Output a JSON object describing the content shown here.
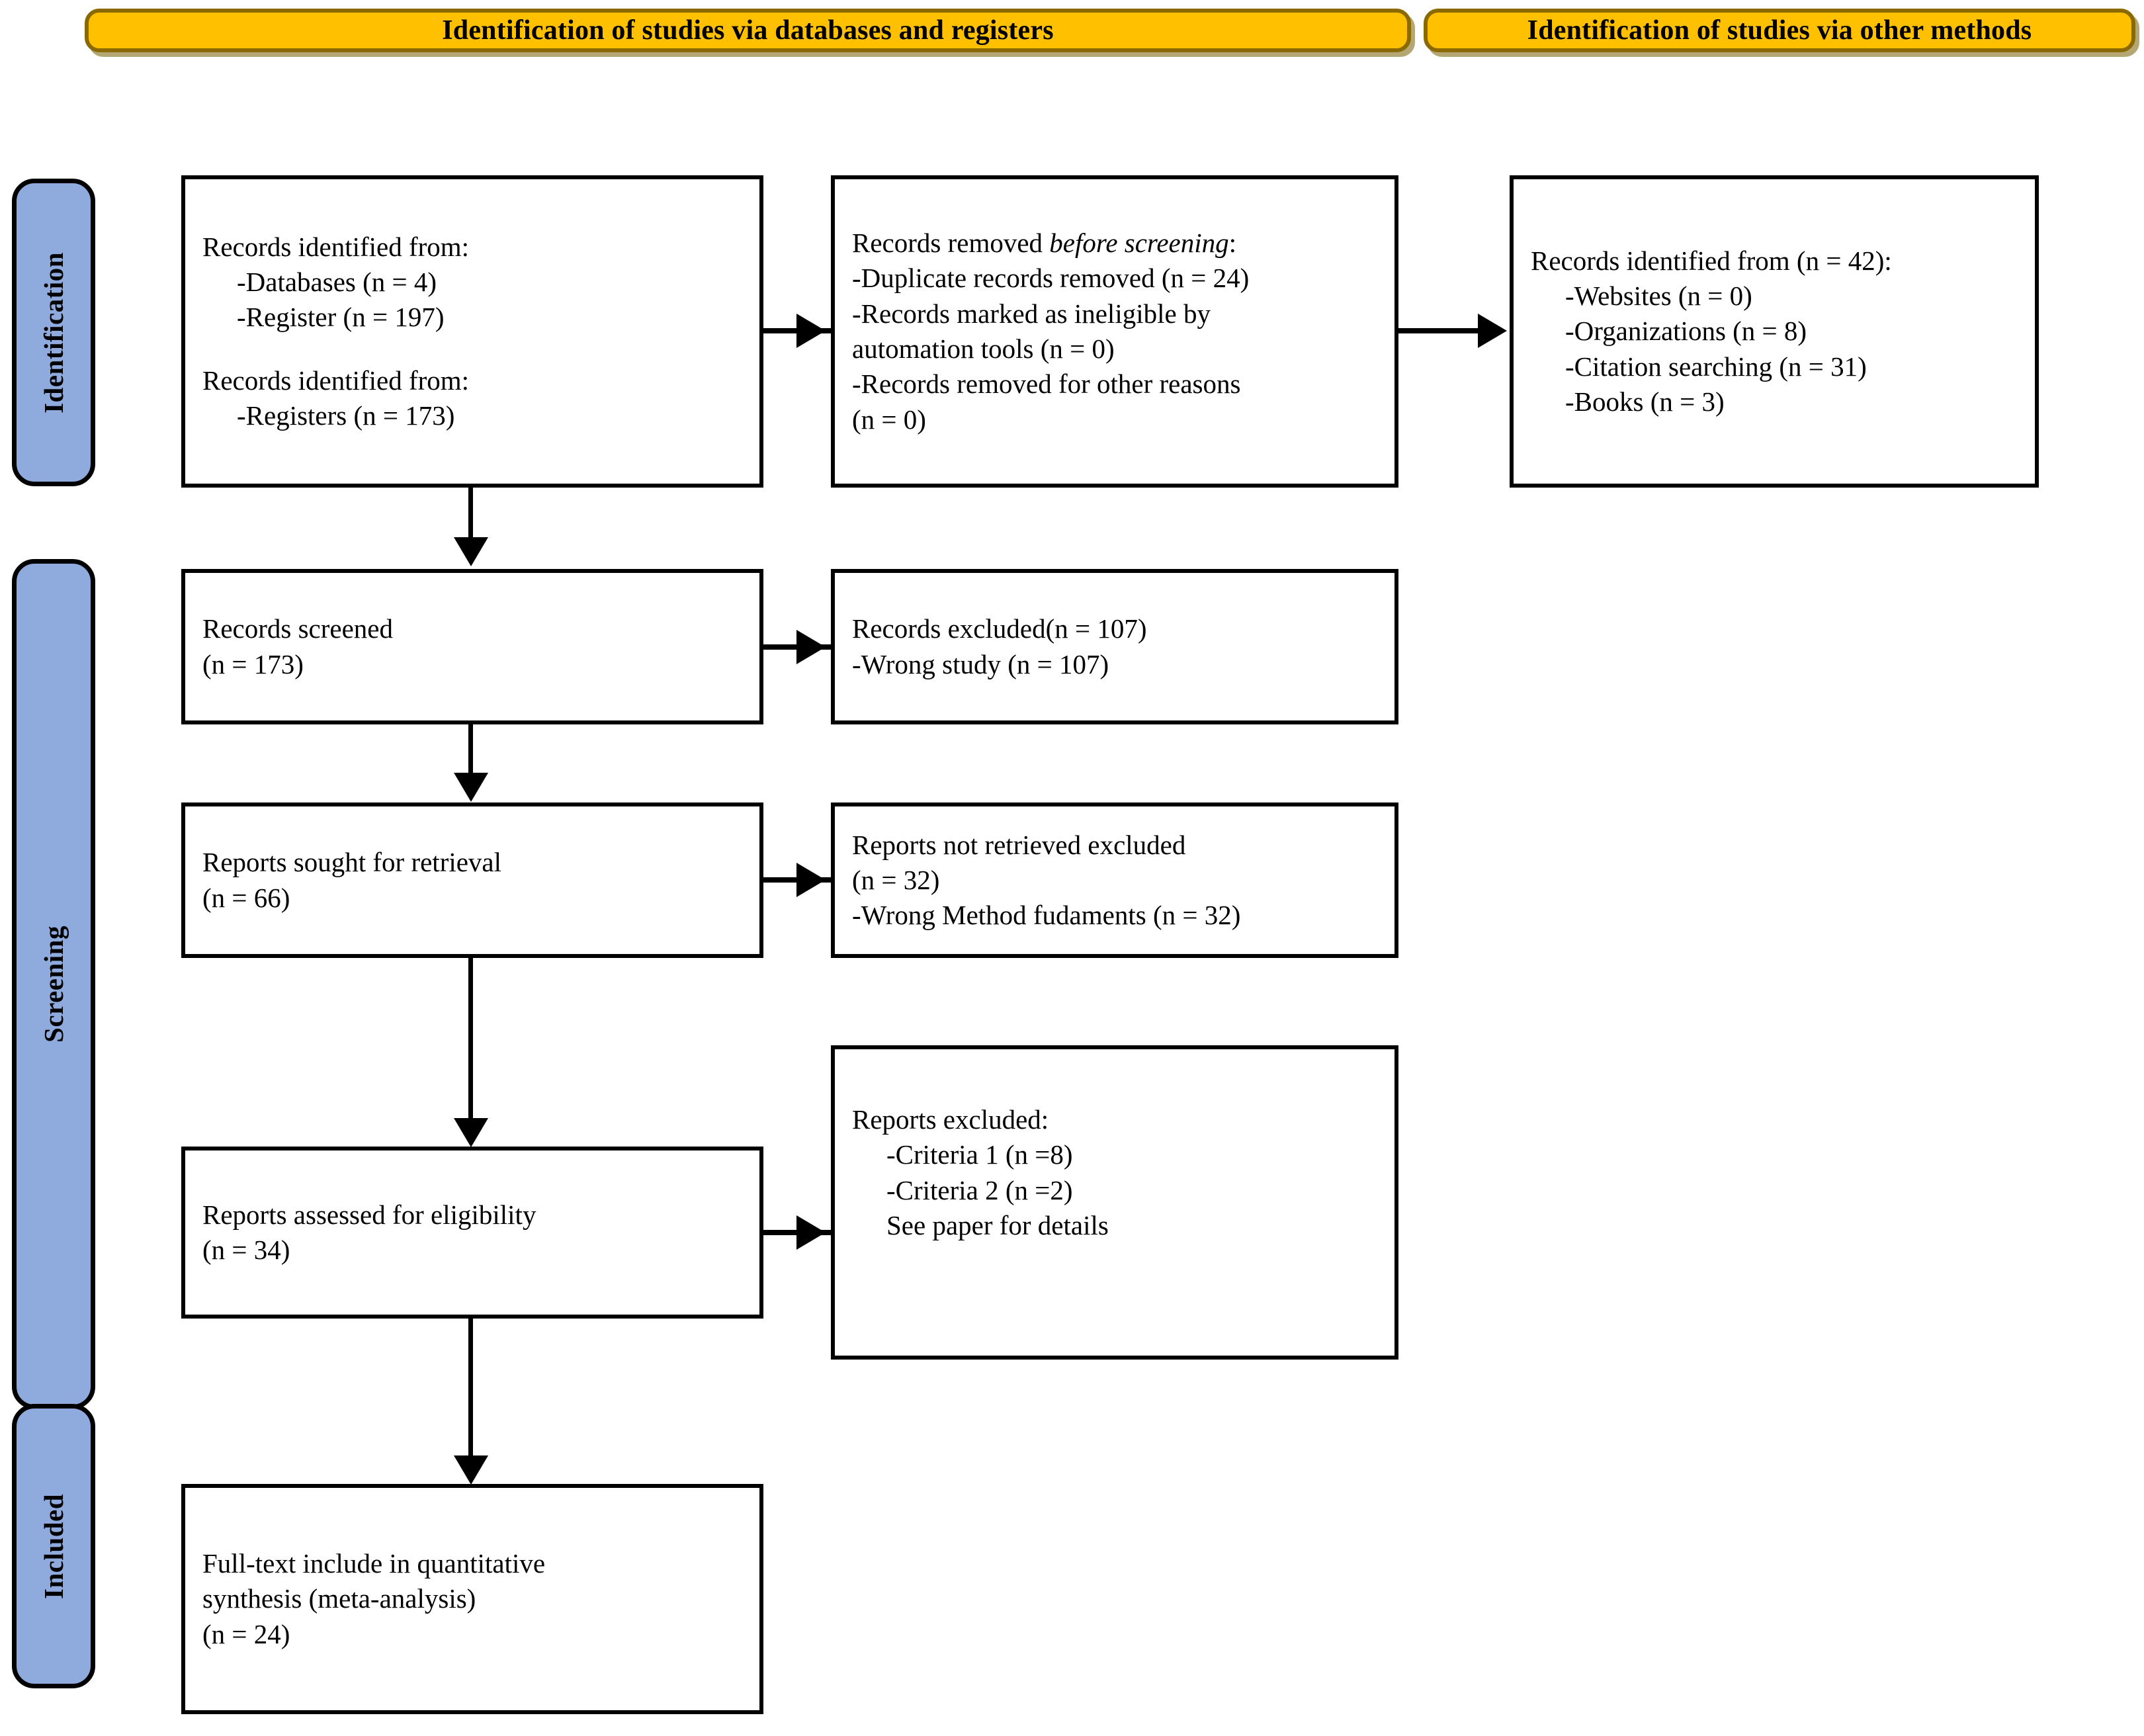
{
  "headers": [
    {
      "id": "databases-registers",
      "label": "Identification of studies via databases and registers"
    },
    {
      "id": "other-methods",
      "label": "Identification of studies via other methods"
    }
  ],
  "stages": [
    {
      "id": "identification",
      "label": "Identification"
    },
    {
      "id": "screening",
      "label": "Screening"
    },
    {
      "id": "included",
      "label": "Included"
    }
  ],
  "boxes": {
    "records_identified": {
      "lines": [
        "Records identified from:",
        "-Databases (n = 4)",
        "-Register (n = 197)",
        "",
        "Records identified from:",
        "-Registers (n = 173)"
      ]
    },
    "records_removed": {
      "title_prefix": "Records removed ",
      "title_italic": "before screening",
      "title_suffix": ":",
      "lines": [
        "-Duplicate records removed (n = 24)",
        "-Records marked as ineligible by",
        "automation tools (n = 0)",
        "-Records removed for other reasons",
        "(n = 0)"
      ]
    },
    "other_methods_identified": {
      "lines": [
        "Records identified from (n = 42):",
        "-Websites (n = 0)",
        "-Organizations (n = 8)",
        "-Citation searching (n = 31)",
        "-Books (n = 3)"
      ]
    },
    "records_screened": {
      "lines": [
        "Records screened",
        "(n = 173)"
      ]
    },
    "records_excluded": {
      "lines": [
        "Records excluded(n = 107)",
        "-Wrong study (n = 107)"
      ]
    },
    "reports_sought": {
      "lines": [
        "Reports sought for retrieval",
        "(n = 66)"
      ]
    },
    "reports_not_retrieved": {
      "lines": [
        "Reports not retrieved excluded",
        "(n = 32)",
        "-Wrong Method fudaments (n = 32)"
      ]
    },
    "reports_assessed": {
      "lines": [
        "Reports assessed for eligibility",
        "(n = 34)"
      ]
    },
    "reports_excluded": {
      "lines": [
        "Reports excluded:",
        "-Criteria 1 (n =8)",
        "-Criteria 2 (n =2)",
        "See paper for details"
      ]
    },
    "full_text_included": {
      "lines": [
        "Full-text include in quantitative",
        "synthesis (meta-analysis)",
        " (n = 24)"
      ]
    }
  },
  "colors": {
    "banner_fill": "#FFC000",
    "banner_border": "#8A6A00",
    "stage_fill": "#8FAADC",
    "stage_border": "#000000",
    "box_border": "#000000",
    "connector": "#000000",
    "page_background": "#FFFFFF"
  }
}
